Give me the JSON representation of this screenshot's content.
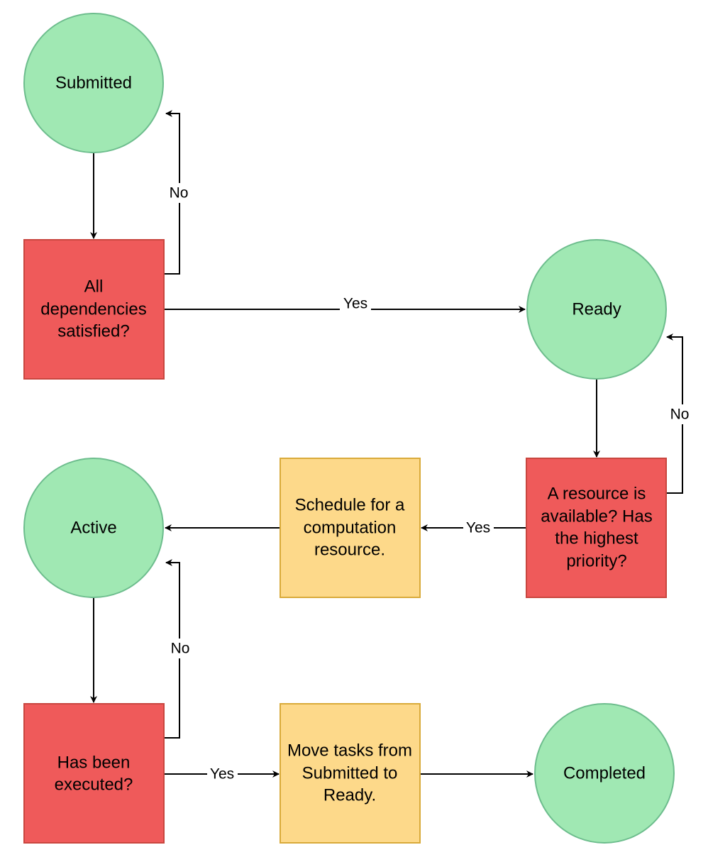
{
  "nodes": {
    "submitted": "Submitted",
    "deps_check": [
      "All",
      "dependencies",
      "satisfied?"
    ],
    "ready": "Ready",
    "resource_check": [
      "A resource is",
      "available? Has",
      "the highest",
      "priority?"
    ],
    "schedule": [
      "Schedule for a",
      "computation",
      "resource."
    ],
    "active": "Active",
    "executed_check": [
      "Has been",
      "executed?"
    ],
    "move_tasks": [
      "Move tasks from",
      "Submitted to",
      "Ready."
    ],
    "completed": "Completed"
  },
  "edge_labels": {
    "deps_no": "No",
    "deps_yes": "Yes",
    "resource_no": "No",
    "resource_yes": "Yes",
    "executed_no": "No",
    "executed_yes": "Yes"
  },
  "colors": {
    "state_fill": "#a0e8b3",
    "decision_fill": "#ef5a5a",
    "process_fill": "#fdd98a"
  }
}
